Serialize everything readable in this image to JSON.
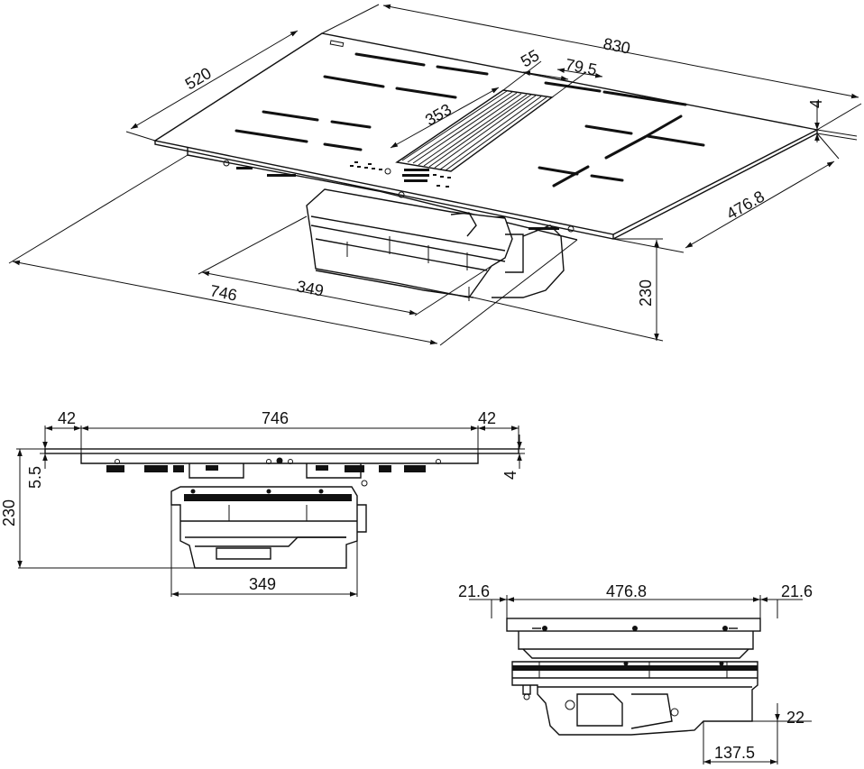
{
  "isometric_view": {
    "width": "830",
    "depth": "520",
    "thickness": "4",
    "vent_width": "79.5",
    "vent_offset": "55",
    "vent_length": "353",
    "cutout_depth": "476.8",
    "cutout_width": "746",
    "box_width": "349",
    "box_height": "230"
  },
  "front_view": {
    "left_margin": "42",
    "cutout_width": "746",
    "right_margin": "42",
    "glass_thickness": "5.5",
    "frame_thickness": "4",
    "total_height": "230",
    "box_width": "349"
  },
  "side_view": {
    "left_margin": "21.6",
    "cutout_depth": "476.8",
    "right_margin": "21.6",
    "bottom_offset": "22",
    "rear_distance": "137.5"
  }
}
